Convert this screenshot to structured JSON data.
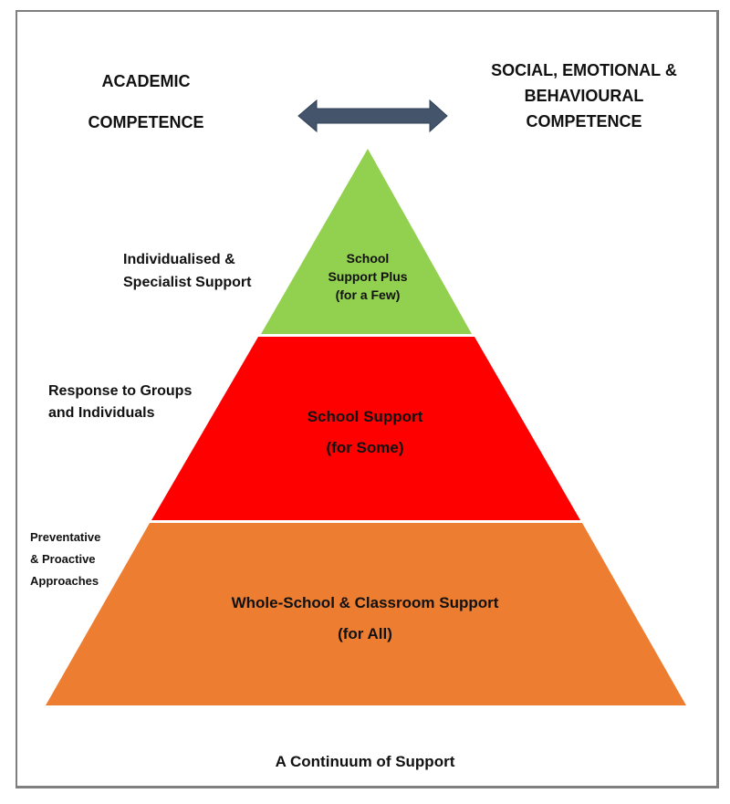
{
  "diagram": {
    "title": "A Continuum of Support",
    "left_heading": [
      "ACADEMIC",
      "COMPETENCE"
    ],
    "right_heading": [
      "SOCIAL, EMOTIONAL &",
      "BEHAVIOURAL",
      "COMPETENCE"
    ],
    "arrow": {
      "icon": "double-headed-arrow-icon",
      "color": "#44546a"
    },
    "tiers": [
      {
        "name": "top",
        "lines": [
          "School",
          "Support Plus",
          "(for a Few)"
        ],
        "side_label": [
          "Individualised &",
          "Specialist Support"
        ],
        "color": "#92d050"
      },
      {
        "name": "middle",
        "lines": [
          "School Support",
          "(for Some)"
        ],
        "side_label": [
          "Response to Groups",
          "and Individuals"
        ],
        "color": "#ff0000"
      },
      {
        "name": "bottom",
        "lines": [
          "Whole-School & Classroom Support",
          "(for All)"
        ],
        "side_label": [
          "Preventative",
          "& Proactive",
          "Approaches"
        ],
        "color": "#ed7d31"
      }
    ]
  }
}
